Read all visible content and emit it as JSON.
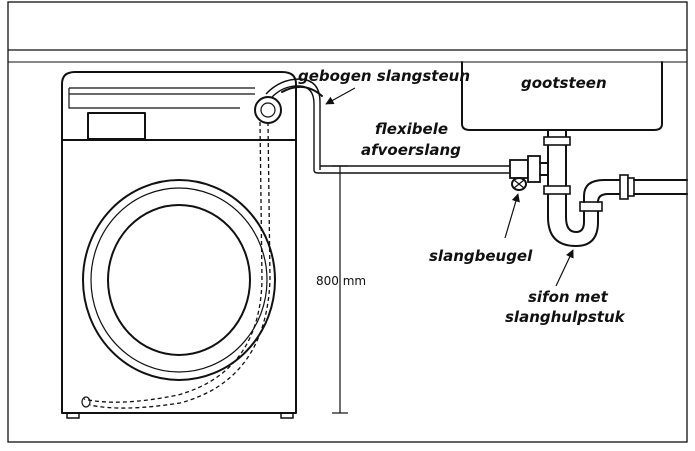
{
  "labels": {
    "hose_holder": "gebogen slangsteun",
    "sink": "gootsteen",
    "drain_hose_line1": "flexibele",
    "drain_hose_line2": "afvoerslang",
    "hose_clamp": "slangbeugel",
    "siphon_line1": "sifon met",
    "siphon_line2": "slanghulpstuk",
    "height": "800 mm"
  }
}
